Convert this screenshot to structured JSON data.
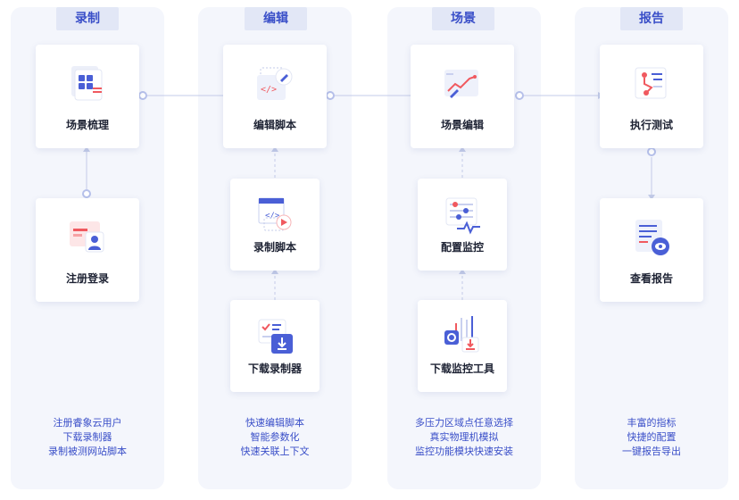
{
  "columns": [
    {
      "title": "录制",
      "cards": [
        "场景梳理",
        "注册登录"
      ],
      "desc": [
        "注册睿象云用户",
        "下载录制器",
        "录制被测网站脚本"
      ]
    },
    {
      "title": "编辑",
      "cards": [
        "编辑脚本",
        "录制脚本",
        "下载录制器"
      ],
      "desc": [
        "快速编辑脚本",
        "智能参数化",
        "快速关联上下文"
      ]
    },
    {
      "title": "场景",
      "cards": [
        "场景编辑",
        "配置监控",
        "下载监控工具"
      ],
      "desc": [
        "多压力区域点任意选择",
        "真实物理机模拟",
        "监控功能模块快速安装"
      ]
    },
    {
      "title": "报告",
      "cards": [
        "执行测试",
        "查看报告"
      ],
      "desc": [
        "丰富的指标",
        "快捷的配置",
        "一键报告导出"
      ]
    }
  ],
  "colors": {
    "accent": "#3a4fc8",
    "connector": "#b9c3e8",
    "red": "#f0595f",
    "column_bg": "#f4f6fc"
  },
  "icons": [
    "grid-doc-icon",
    "user-card-icon",
    "code-pen-icon",
    "code-video-icon",
    "download-list-icon",
    "edit-chart-icon",
    "sliders-wave-icon",
    "monitor-download-icon",
    "flow-test-icon",
    "report-eye-icon"
  ]
}
